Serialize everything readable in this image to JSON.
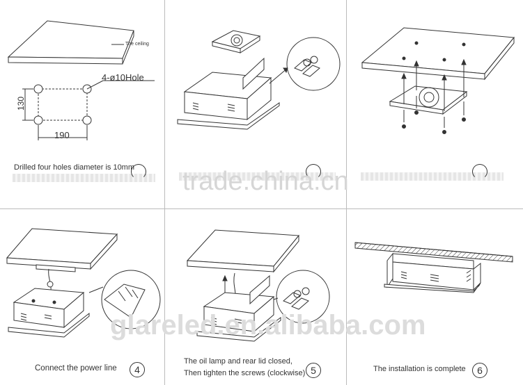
{
  "steps": [
    {
      "id": 1,
      "caption": "Drilled four holes diameter is 10mm",
      "ceiling_label": "The ceiling",
      "hole_label": "4-ø10Hole",
      "dim_h": "130",
      "dim_w": "190"
    },
    {
      "id": 2,
      "caption": "",
      "number": ""
    },
    {
      "id": 3,
      "caption": "",
      "number": ""
    },
    {
      "id": 4,
      "caption": "Connect the power line",
      "number": "4"
    },
    {
      "id": 5,
      "caption_line1": "The oil lamp and rear lid closed,",
      "caption_line2": "Then tighten the screws (clockwise)",
      "number": "5"
    },
    {
      "id": 6,
      "caption": "The installation is complete",
      "number": "6"
    }
  ],
  "watermarks": [
    "trade.china.cn",
    "glareled.en.alibaba.com"
  ],
  "colors": {
    "line": "#333333",
    "divider": "#bbbbbb",
    "watermark": "#d6d6d6"
  }
}
